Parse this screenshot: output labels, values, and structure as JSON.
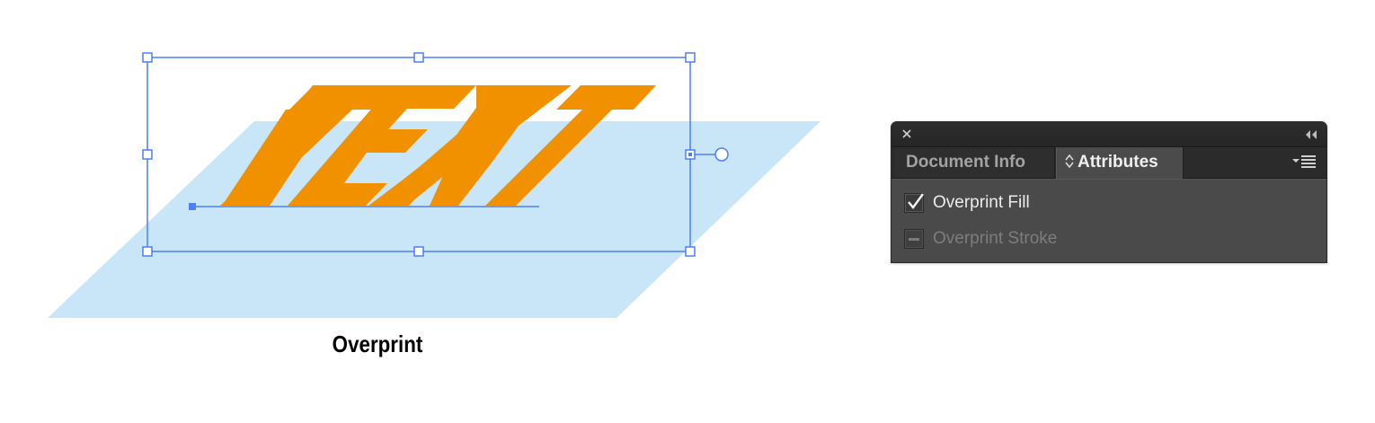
{
  "illustration": {
    "text_art": "TEXT",
    "caption": "Overprint",
    "colors": {
      "text_fill": "#f29100",
      "background_shape": "#c8e6f8",
      "selection": "#4d7ff5"
    }
  },
  "panel": {
    "close_icon": "close-icon",
    "collapse_icon": "double-chevron-left-icon",
    "tabs": [
      {
        "label": "Document Info",
        "active": false
      },
      {
        "label": "Attributes",
        "active": true,
        "icon": "up-down-arrows-icon"
      }
    ],
    "menu_icon": "panel-menu-icon",
    "options": [
      {
        "label": "Overprint Fill",
        "state": "checked",
        "enabled": true
      },
      {
        "label": "Overprint Stroke",
        "state": "mixed",
        "enabled": false
      }
    ],
    "colors": {
      "titlebar": "#2a2a2a",
      "body": "#4a4a4a",
      "active_tab_text": "#f0f0f0",
      "inactive_tab_text": "#a3a3a3",
      "disabled_text": "#7d7d7d"
    }
  }
}
